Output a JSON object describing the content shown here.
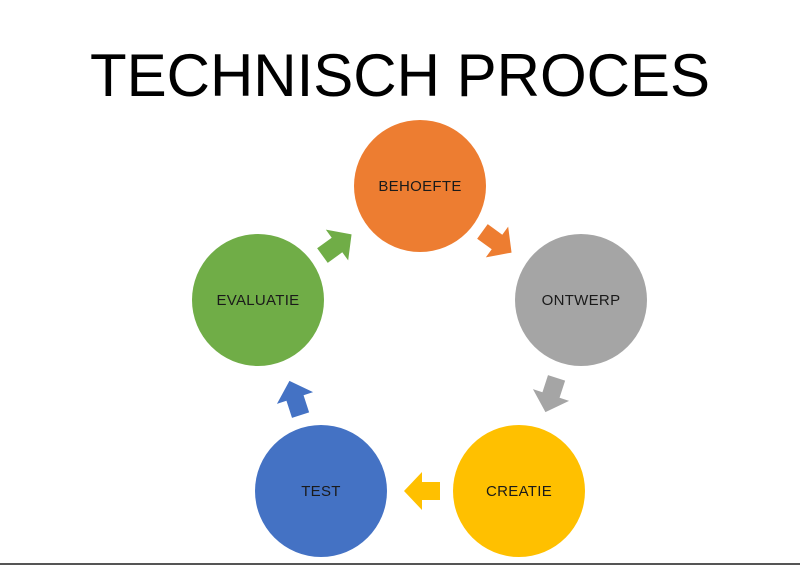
{
  "title": "TECHNISCH PROCES",
  "nodes": [
    {
      "id": "behoefte",
      "label": "BEHOEFTE",
      "color": "#ED7D31"
    },
    {
      "id": "ontwerp",
      "label": "ONTWERP",
      "color": "#A5A5A5"
    },
    {
      "id": "creatie",
      "label": "CREATIE",
      "color": "#FFC000"
    },
    {
      "id": "test",
      "label": "TEST",
      "color": "#4472C4"
    },
    {
      "id": "evaluatie",
      "label": "EVALUATIE",
      "color": "#70AD47"
    }
  ],
  "arrows": [
    {
      "from": "behoefte",
      "to": "ontwerp",
      "color": "#ED7D31",
      "icon": "arrow-right-icon"
    },
    {
      "from": "ontwerp",
      "to": "creatie",
      "color": "#A5A5A5",
      "icon": "arrow-down-icon"
    },
    {
      "from": "creatie",
      "to": "test",
      "color": "#FFC000",
      "icon": "arrow-left-icon"
    },
    {
      "from": "test",
      "to": "evaluatie",
      "color": "#4472C4",
      "icon": "arrow-up-icon"
    },
    {
      "from": "evaluatie",
      "to": "behoefte",
      "color": "#70AD47",
      "icon": "arrow-up-right-icon"
    }
  ],
  "label_color": "#1a1a1a"
}
